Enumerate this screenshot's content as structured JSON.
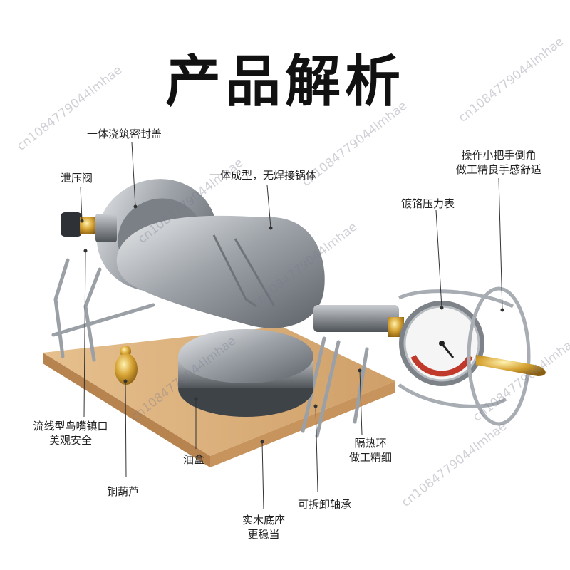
{
  "title": "产品解析",
  "watermark": "cn1084779044lmhae",
  "labels": {
    "sealed_lid": "一体浇筑密封盖",
    "relief_valve": "泄压阀",
    "one_piece_body": "一体成型，无焊接锅体",
    "handle_line1": "操作小把手倒角",
    "handle_line2": "做工精良手感舒适",
    "gauge": "镀铬压力表",
    "spout_line1": "流线型鸟嘴镇口",
    "spout_line2": "美观安全",
    "copper_gourd": "铜葫芦",
    "oil_box": "油盒",
    "ring_line1": "隔热环",
    "ring_line2": "做工精细",
    "bearing": "可拆卸轴承",
    "base_line1": "实木底座",
    "base_line2": "更稳当"
  },
  "colors": {
    "wood": "#d9b07c",
    "steel": "#a9adb3",
    "brass": "#d8a536",
    "gauge_red": "#c0392b"
  }
}
